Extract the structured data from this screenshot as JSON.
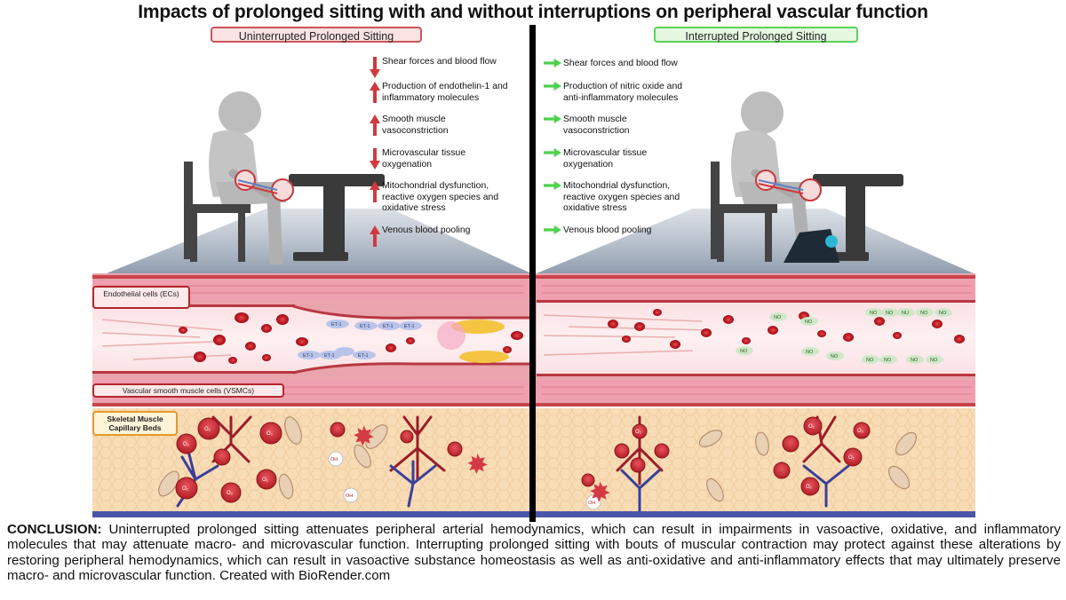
{
  "title": "Impacts of prolonged sitting with and without interruptions on peripheral vascular function",
  "panels": {
    "left": {
      "label": "Uninterrupted Prolonged Sitting",
      "effects": [
        {
          "text": "Shear forces and blood flow",
          "direction": "down",
          "color": "#d0393e"
        },
        {
          "text": "Production of endothelin-1 and inflammatory molecules",
          "direction": "up",
          "color": "#d0393e"
        },
        {
          "text": "Smooth muscle vasoconstriction",
          "direction": "up",
          "color": "#d0393e"
        },
        {
          "text": "Microvascular tissue oxygenation",
          "direction": "down",
          "color": "#d0393e"
        },
        {
          "text": "Mitochondrial dysfunction, reactive oxygen species and oxidative stress",
          "direction": "up",
          "color": "#d0393e"
        },
        {
          "text": "Venous blood pooling",
          "direction": "up",
          "color": "#d0393e"
        }
      ]
    },
    "right": {
      "label": "Interrupted Prolonged Sitting",
      "effects": [
        {
          "text": "Shear forces and blood flow",
          "direction": "right",
          "color": "#4cd24c"
        },
        {
          "text": "Production of nitric oxide and anti-inflammatory molecules",
          "direction": "right",
          "color": "#4cd24c"
        },
        {
          "text": "Smooth muscle vasoconstriction",
          "direction": "right",
          "color": "#4cd24c"
        },
        {
          "text": "Microvascular tissue oxygenation",
          "direction": "right",
          "color": "#4cd24c"
        },
        {
          "text": "Mitochondrial dysfunction, reactive oxygen species and oxidative stress",
          "direction": "right",
          "color": "#4cd24c"
        },
        {
          "text": "Venous blood pooling",
          "direction": "right",
          "color": "#4cd24c"
        }
      ]
    }
  },
  "layers": {
    "endothelial": "Endothelial cells (ECs)",
    "vsmc": "Vascular smooth muscle cells (VSMCs)",
    "skeletal": "Skeletal Muscle Capillary Beds"
  },
  "molecules": {
    "et1": "ET-1",
    "no": "NO",
    "o2": "O₂",
    "oh": "OH"
  },
  "conclusion": {
    "heading": "CONCLUSION:",
    "text": " Uninterrupted prolonged sitting attenuates peripheral arterial hemodynamics, which can result in impairments in vasoactive, oxidative, and inflammatory molecules that may attenuate macro- and microvascular function. Interrupting prolonged sitting with bouts of muscular contraction may protect against these alterations by restoring peripheral hemodynamics, which can result in vasoactive substance homeostasis as well as anti-oxidative and anti-inflammatory effects that may ultimately preserve macro- and microvascular function. Created with BioRender.com"
  },
  "colors": {
    "left_accent": "#c8555b",
    "right_accent": "#5bd25b",
    "vessel": "#f4b6bd",
    "rbc": "#c8202a",
    "tissue": "#f7d9b3"
  }
}
